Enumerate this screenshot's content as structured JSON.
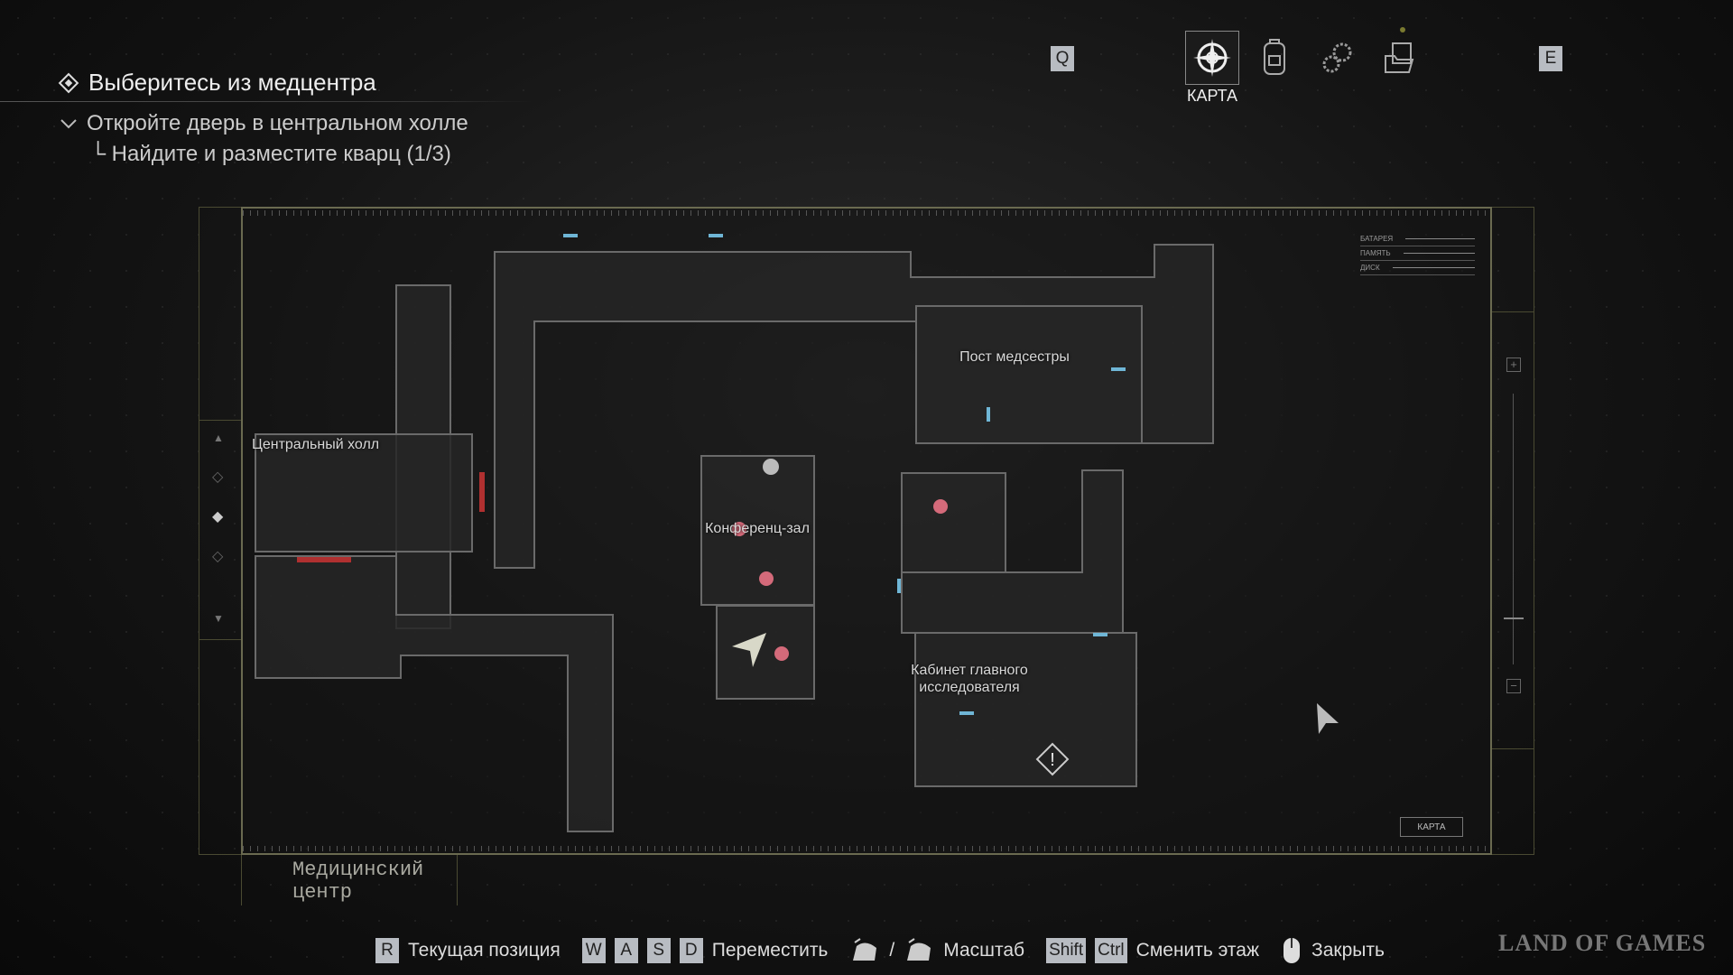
{
  "objective": {
    "title": "Выберитесь из медцентра",
    "sub": "Откройте дверь в центральном холле",
    "subsub": "Найдите и разместите кварц (1/3)"
  },
  "tabs": {
    "prev_key": "Q",
    "next_key": "E",
    "active_label": "КАРТА",
    "items": [
      "map-icon",
      "backpack-icon",
      "gears-icon",
      "files-icon"
    ]
  },
  "map": {
    "rooms": {
      "nurse": "Пост медсестры",
      "hall": "Центральный холл",
      "conference": "Конференц-зал",
      "office": "Кабинет главного исследователя"
    },
    "legend": [
      "БАТАРЕЯ",
      "ПАМЯТЬ",
      "ДИСК"
    ],
    "map_button": "КАРТА",
    "area_name_line1": "Медицинский",
    "area_name_line2": "центр"
  },
  "controls": [
    {
      "keys": [
        "R"
      ],
      "label": "Текущая позиция"
    },
    {
      "keys": [
        "W",
        "A",
        "S",
        "D"
      ],
      "label": "Переместить"
    },
    {
      "keys": [
        "mouse-wheel",
        "/",
        "mouse-wheel"
      ],
      "label": "Масштаб"
    },
    {
      "keys": [
        "Shift",
        "Ctrl"
      ],
      "label": "Сменить этаж"
    },
    {
      "keys": [
        "mouse"
      ],
      "label": "Закрыть"
    }
  ],
  "watermark": "LAND OF GAMES",
  "colors": {
    "frame": "#6a6a50",
    "door": "#6fb6d6",
    "locked": "#b03030"
  }
}
